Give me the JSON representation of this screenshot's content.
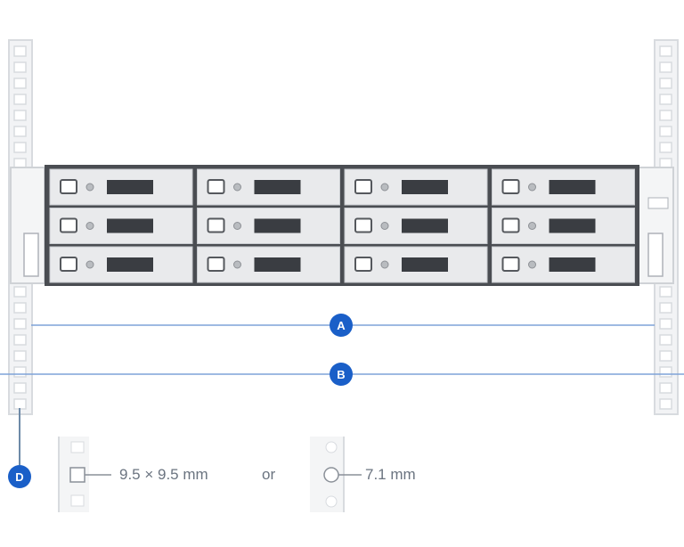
{
  "labels": {
    "a": "A",
    "b": "B",
    "d": "D"
  },
  "hole_specs": {
    "square": "9.5 × 9.5 mm",
    "separator": "or",
    "round": "7.1 mm"
  },
  "server": {
    "columns": 4,
    "rows": 3
  },
  "colors": {
    "accent": "#1a5fc8",
    "line": "#7fa3d8",
    "rail": "#d8dbdf",
    "bay_dark": "#3a3d42"
  }
}
